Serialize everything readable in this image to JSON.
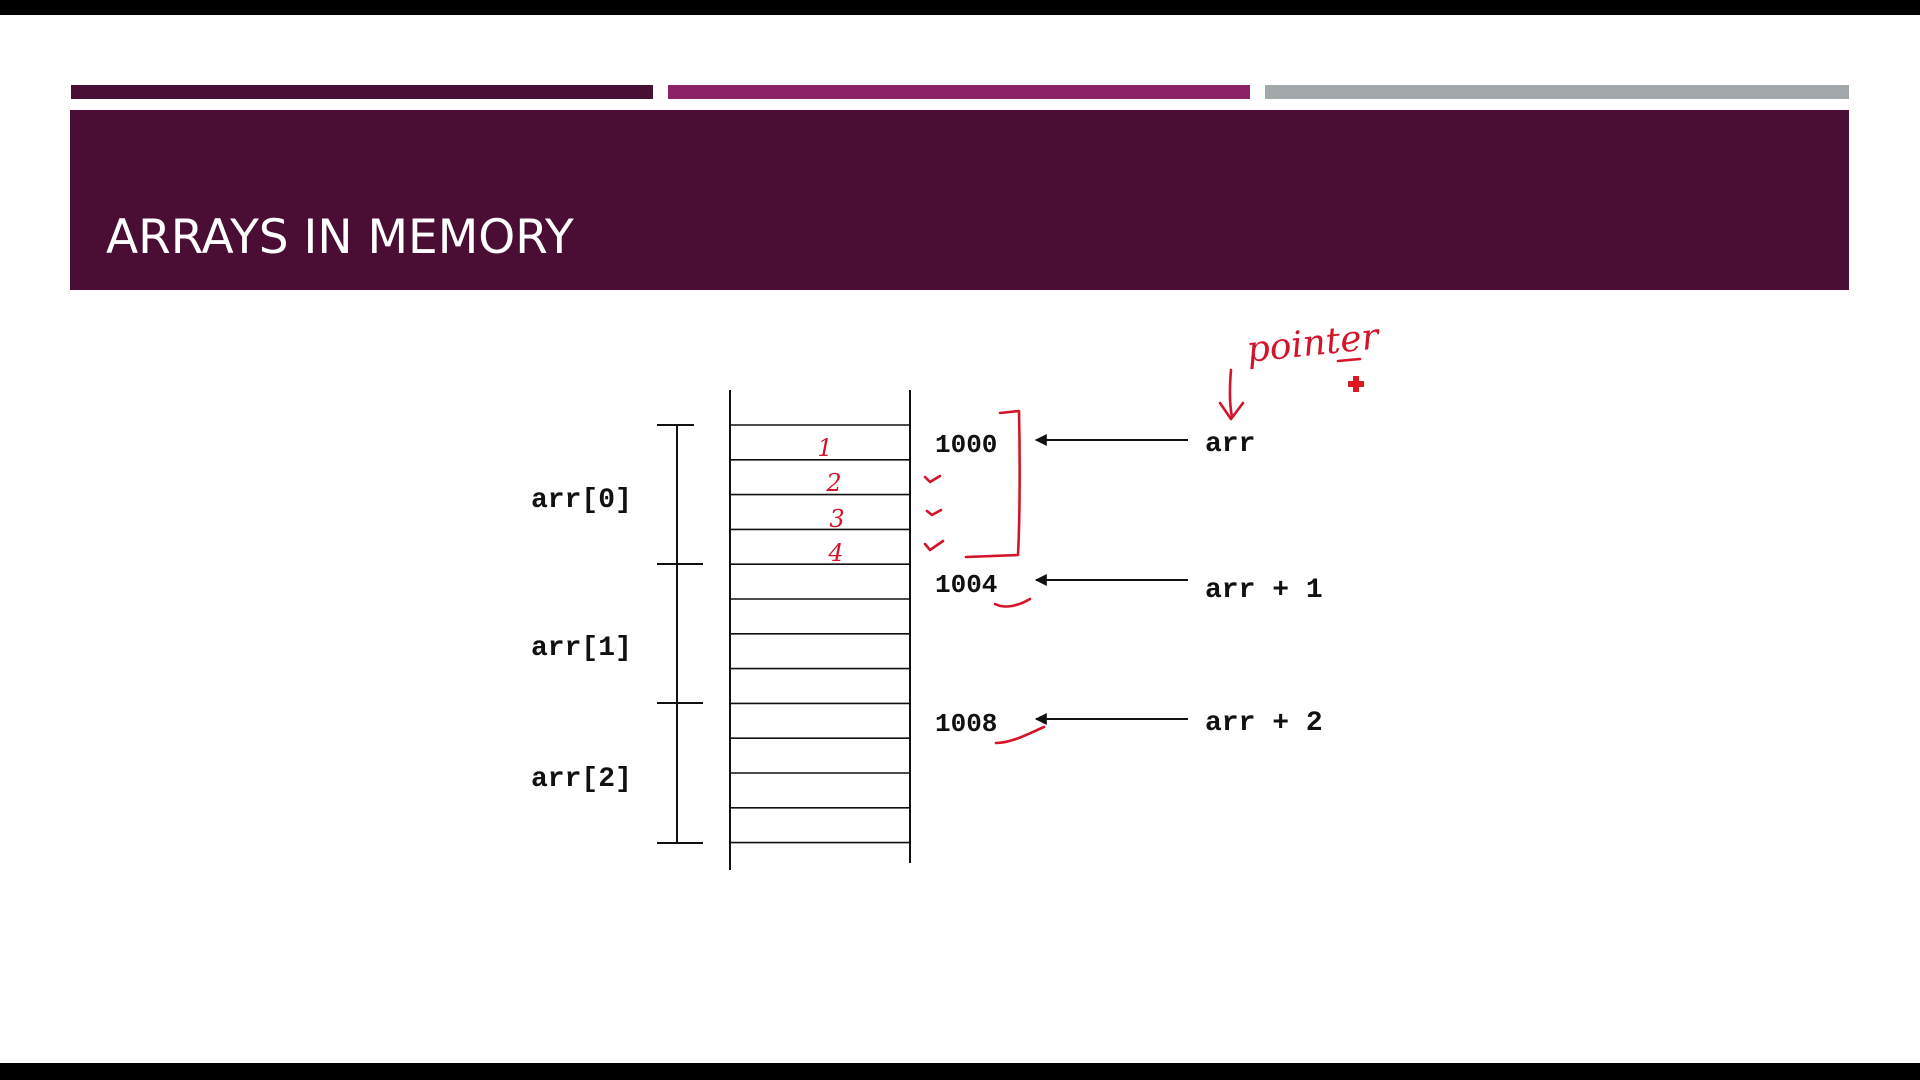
{
  "slide": {
    "title": "ARRAYS IN MEMORY",
    "accent_colors": {
      "dark_plum": "#4a0d33",
      "magenta": "#8c2166",
      "gray": "#a3a8ab",
      "annotation_red": "#d3142a"
    }
  },
  "diagram": {
    "elements": [
      {
        "label": "arr[0]",
        "address": "1000",
        "pointer": "arr"
      },
      {
        "label": "arr[1]",
        "address": "1004",
        "pointer": "arr + 1"
      },
      {
        "label": "arr[2]",
        "address": "1008",
        "pointer": "arr + 2"
      }
    ],
    "bytes_per_element": 4
  },
  "annotations": {
    "pointer_note": "pointer",
    "byte_numbers": [
      "1",
      "2",
      "3",
      "4"
    ]
  }
}
